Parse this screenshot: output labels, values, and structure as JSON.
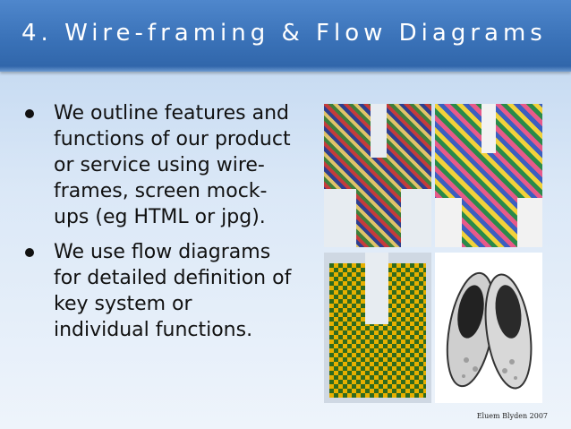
{
  "slide": {
    "title": "4. Wire-framing & Flow Diagrams",
    "bullets": [
      "We outline features and functions of our product or service using wire-frames, screen mock-ups (eg HTML or jpg).",
      "We use flow diagrams for detailed definition of key system or individual functions."
    ],
    "footer": "Eluem Blyden 2007"
  },
  "colors": {
    "title_bar": "#3a72b8",
    "background": "#dbe8f7",
    "text": "#111111"
  }
}
